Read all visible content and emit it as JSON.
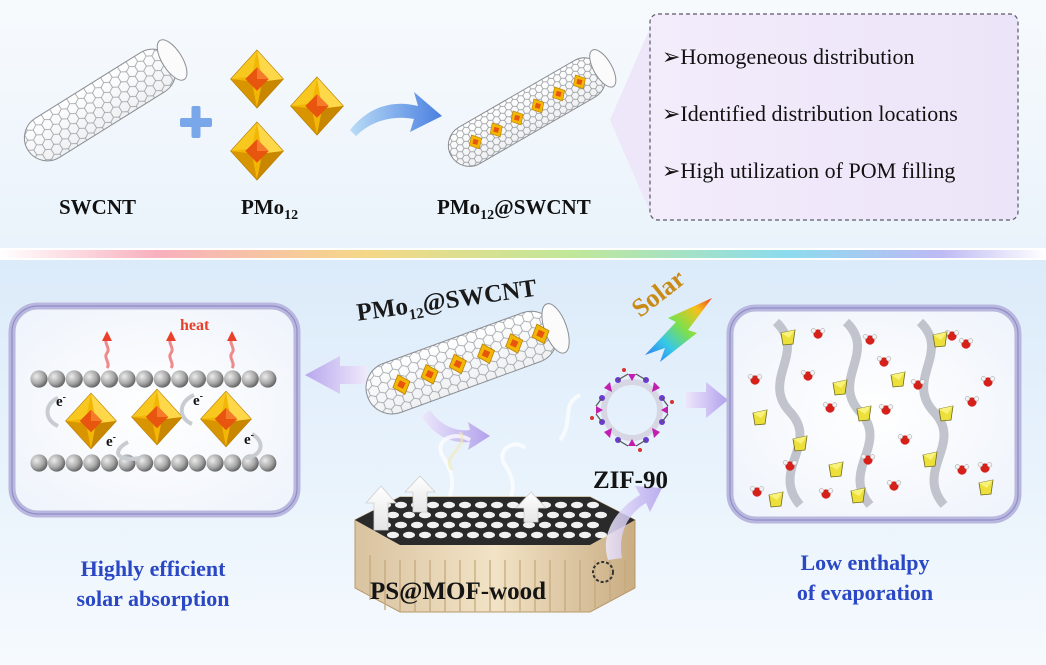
{
  "top_panel": {
    "labels": {
      "swcnt": "SWCNT",
      "pmo_base": "PMo",
      "pmo_sub": "12",
      "composite_base": "PMo",
      "composite_sub": "12",
      "composite_tail": "@SWCNT"
    },
    "features": [
      "➢Homogeneous distribution",
      "➢Identified distribution locations",
      "➢High utilization of POM filling"
    ]
  },
  "bottom_panel": {
    "center_label_base": "PMo",
    "center_label_sub": "12",
    "center_label_tail": "@SWCNT",
    "solar": "Solar",
    "zif": "ZIF-90",
    "wood": "PS@MOF-wood",
    "heat": "heat",
    "electron": "e",
    "electron_sup": "-",
    "left_caption": [
      "Highly efficient",
      "solar absorption"
    ],
    "right_caption": [
      "Low enthalpy",
      "of evaporation"
    ]
  },
  "colors": {
    "caption_blue": "#2a47c4",
    "polyhedron_gold": "#f2b705",
    "polyhedron_core": "#e8550e",
    "heat_red": "#e8402a",
    "panel_border": "#b9b7dd"
  }
}
